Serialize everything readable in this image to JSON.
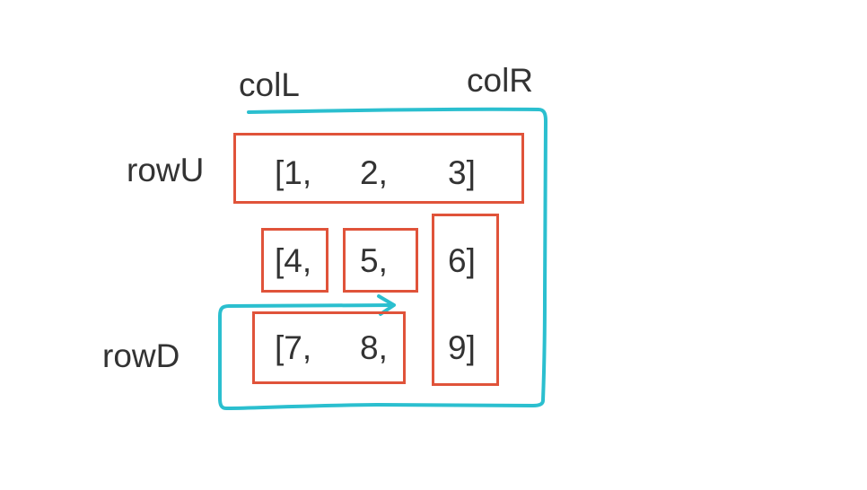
{
  "labels": {
    "col_left": "colL",
    "col_right": "colR",
    "row_up": "rowU",
    "row_down": "rowD"
  },
  "cells": {
    "c1": "[1,",
    "c2": "2,",
    "c3": "3]",
    "c4": "[4,",
    "c5": "5,",
    "c6": "6]",
    "c7": "[7,",
    "c8": "8,",
    "c9": "9]"
  },
  "colors": {
    "text": "#333333",
    "box_outline": "#e0533a",
    "boundary_path": "#2bbfcf"
  }
}
